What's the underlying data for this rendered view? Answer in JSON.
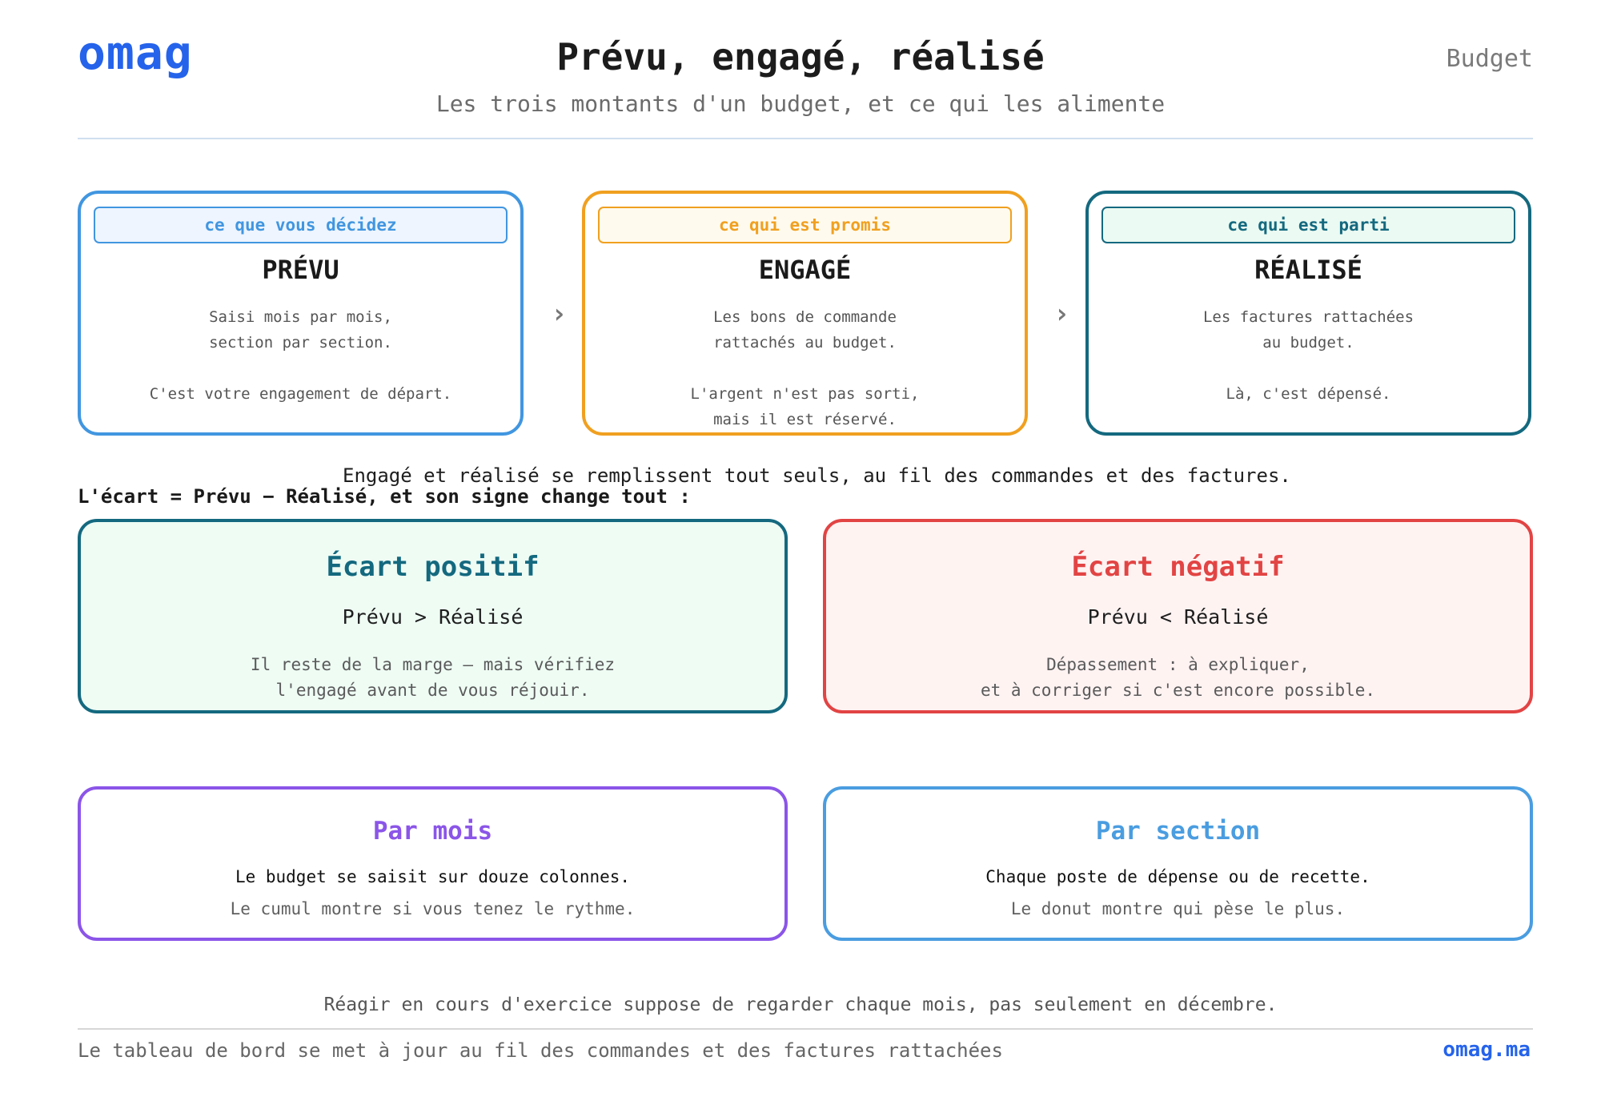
{
  "header": {
    "logo": "omag",
    "title": "Prévu, engagé, réalisé",
    "subtitle": "Les trois montants d'un budget, et ce qui les alimente",
    "tag": "Budget"
  },
  "stages": [
    {
      "pill": "ce que vous décidez",
      "title": "PRÉVU",
      "line1": "Saisi mois par mois,",
      "line2": "section par section.",
      "line3": "C'est votre engagement de départ.",
      "line4": "",
      "color": "#4196e0",
      "pill_bg": "#eef5fe"
    },
    {
      "pill": "ce qui est promis",
      "title": "ENGAGÉ",
      "line1": "Les bons de commande",
      "line2": "rattachés au budget.",
      "line3": "L'argent n'est pas sorti,",
      "line4": "mais il est réservé.",
      "color": "#f0a020",
      "pill_bg": "#fffaee"
    },
    {
      "pill": "ce qui est parti",
      "title": "RÉALISÉ",
      "line1": "Les factures rattachées",
      "line2": "au budget.",
      "line3": "Là, c'est dépensé.",
      "line4": "",
      "color": "#14697f",
      "pill_bg": "#ebfaf2"
    }
  ],
  "arrows": [
    "›",
    "›"
  ],
  "mid_line": "Engagé et réalisé se remplissent tout seuls, au fil des commandes et des factures.",
  "ecart_definition": "L'écart = Prévu − Réalisé, et son signe change tout :",
  "ecarts": [
    {
      "title": "Écart positif",
      "formula": "Prévu > Réalisé",
      "line1": "Il reste de la marge — mais vérifiez",
      "line2": "l'engagé avant de vous réjouir.",
      "color": "#14697f",
      "bg": "#eefcf4"
    },
    {
      "title": "Écart négatif",
      "formula": "Prévu < Réalisé",
      "line1": "Dépassement : à expliquer,",
      "line2": "et à corriger si c'est encore possible.",
      "color": "#e24444",
      "bg": "#fff3f2"
    }
  ],
  "pars": [
    {
      "title": "Par mois",
      "line1": "Le budget se saisit sur douze colonnes.",
      "line2": "Le cumul montre si vous tenez le rythme.",
      "color": "#8b55e8"
    },
    {
      "title": "Par section",
      "line1": "Chaque poste de dépense ou de recette.",
      "line2": "Le donut montre qui pèse le plus.",
      "color": "#4a9de0"
    }
  ],
  "closing": "Réagir en cours d'exercice suppose de regarder chaque mois, pas seulement en décembre.",
  "footer": {
    "left": "Le tableau de bord se met à jour au fil des commandes et des factures rattachées",
    "right": "omag.ma"
  }
}
